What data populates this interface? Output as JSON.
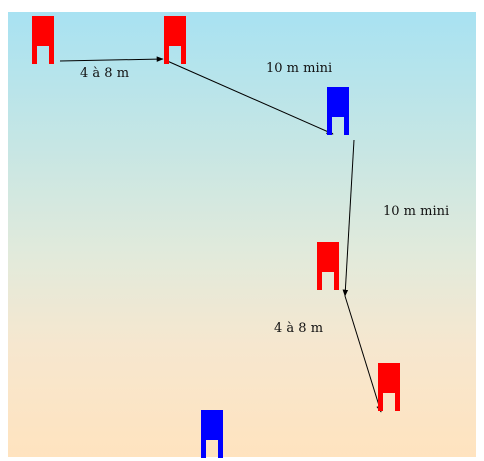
{
  "colors": {
    "red": "#ff0000",
    "blue": "#0000ff",
    "arrow": "#000000",
    "sky_top": "#a8e2f2",
    "sand_bottom": "#ffe3bf"
  },
  "labels": {
    "distance_1": "4 à 8 m",
    "distance_2": "10 m mini",
    "distance_3": "10 m mini",
    "distance_4": "4 à 8 m"
  },
  "markers": [
    {
      "id": "red-1",
      "color": "red"
    },
    {
      "id": "red-2",
      "color": "red"
    },
    {
      "id": "blue-1",
      "color": "blue"
    },
    {
      "id": "red-3",
      "color": "red"
    },
    {
      "id": "red-4",
      "color": "red"
    },
    {
      "id": "blue-2",
      "color": "blue"
    }
  ]
}
